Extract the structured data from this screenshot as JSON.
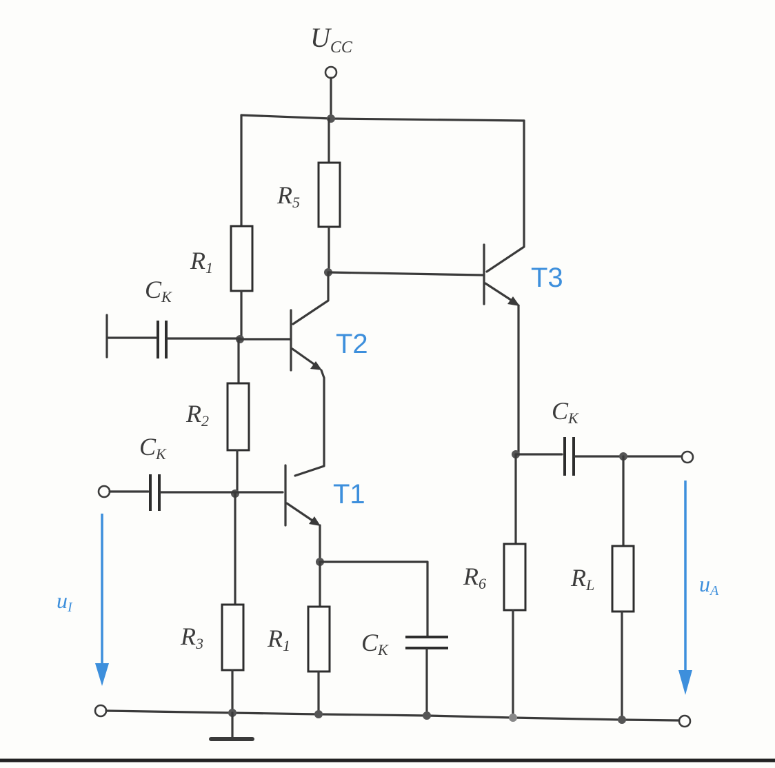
{
  "labels": {
    "supply": "U",
    "supply_sub": "CC",
    "r5": "R",
    "r5_sub": "5",
    "r1_top": "R",
    "r1_top_sub": "1",
    "r2": "R",
    "r2_sub": "2",
    "r3": "R",
    "r3_sub": "3",
    "r1_bottom": "R",
    "r1_bottom_sub": "1",
    "r6": "R",
    "r6_sub": "6",
    "rl": "R",
    "rl_sub": "L",
    "ck_top": "C",
    "ck_top_sub": "K",
    "ck_input": "C",
    "ck_input_sub": "K",
    "ck_bypass": "C",
    "ck_bypass_sub": "K",
    "ck_output": "C",
    "ck_output_sub": "K",
    "t1": "T1",
    "t2": "T2",
    "t3": "T3",
    "u_in": "u",
    "u_in_sub": "I",
    "u_out": "u",
    "u_out_sub": "A"
  },
  "colors": {
    "wire": "#3a3a3a",
    "accent": "#3d8fdc"
  }
}
